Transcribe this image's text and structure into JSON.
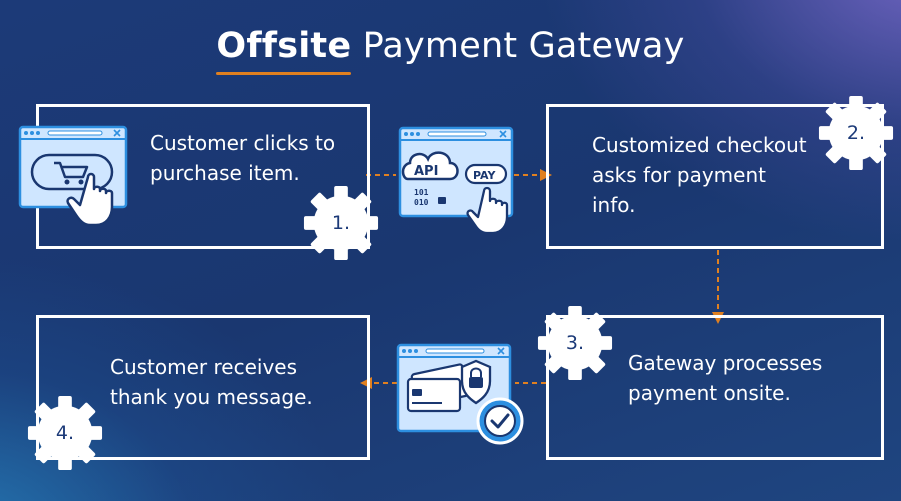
{
  "title": {
    "strong": "Offsite",
    "rest": " Payment Gateway"
  },
  "steps": [
    {
      "number": "1.",
      "text": "Customer clicks to purchase item."
    },
    {
      "number": "2.",
      "text": "Customized checkout asks for payment info."
    },
    {
      "number": "3.",
      "text": "Gateway processes payment onsite."
    },
    {
      "number": "4.",
      "text": "Customer receives thank you message."
    }
  ],
  "icons": {
    "api_label": "API",
    "pay_label": "PAY",
    "binary_top": "101",
    "binary_bottom": "010"
  },
  "colors": {
    "accent": "#e08020",
    "icon_fill": "#cfe6ff",
    "icon_stroke": "#2d8fe0",
    "background": "#1c3a78"
  }
}
